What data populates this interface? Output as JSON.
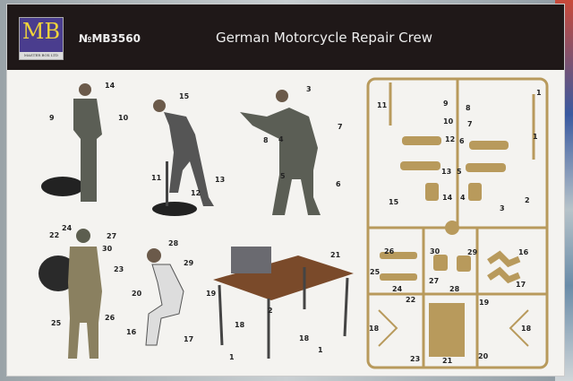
{
  "header": {
    "logo_text": "MB",
    "logo_subtext": "MASTER BOX LTD",
    "catalog_number": "№MB3560",
    "title": "German Motorcycle Repair Crew"
  },
  "figure_callouts": [
    "14",
    "9",
    "10",
    "15",
    "11",
    "12",
    "13",
    "3",
    "7",
    "8",
    "4",
    "5",
    "6",
    "24",
    "22",
    "27",
    "30",
    "23",
    "25",
    "26",
    "28",
    "29",
    "20",
    "19",
    "16",
    "17",
    "21",
    "2",
    "18",
    "18",
    "1",
    "1"
  ],
  "sprue_labels": [
    "11",
    "9",
    "8",
    "1",
    "10",
    "7",
    "12",
    "6",
    "1",
    "13",
    "5",
    "15",
    "14",
    "4",
    "3",
    "2",
    "26",
    "30",
    "29",
    "16",
    "25",
    "27",
    "28",
    "17",
    "24",
    "22",
    "19",
    "18",
    "18",
    "23",
    "21",
    "20"
  ],
  "colors": {
    "sprue": "#b89a5c",
    "header": "#1f1818"
  }
}
